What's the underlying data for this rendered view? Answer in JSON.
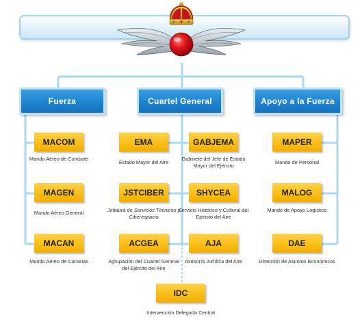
{
  "header_boxes": {
    "fuerza": "Fuerza",
    "cuartel_general": "Cuartel General",
    "apoyo": "Apoyo a la Fuerza"
  },
  "units": {
    "macom": {
      "code": "MACOM",
      "name": "Mando Aéreo de Combate"
    },
    "magen": {
      "code": "MAGEN",
      "name": "Mando Aéreo General"
    },
    "macan": {
      "code": "MACAN",
      "name": "Mando Aéreo de Canarias"
    },
    "ema": {
      "code": "EMA",
      "name": "Estado Mayor del Aire"
    },
    "jstciber": {
      "code": "JSTCIBER",
      "name": "Jefatura de Servicios Técnicos y Ciberespacio"
    },
    "acgea": {
      "code": "ACGEA",
      "name": "Agrupación del Cuartel General del Ejército del Aire"
    },
    "gabjema": {
      "code": "GABJEMA",
      "name": "Gabinete del Jefe de Estado Mayor del Ejército"
    },
    "shycea": {
      "code": "SHYCEA",
      "name": "Servicio Histórico y Cultural del Ejército del Aire"
    },
    "aja": {
      "code": "AJA",
      "name": "Asesoría Jurídica del Aire"
    },
    "maper": {
      "code": "MAPER",
      "name": "Mando de Personal"
    },
    "malog": {
      "code": "MALOG",
      "name": "Mando de Apoyo Logístico"
    },
    "dae": {
      "code": "DAE",
      "name": "Dirección de Asuntos Económicos"
    },
    "idc": {
      "code": "IDC",
      "name": "Intervención Delegada Central"
    }
  },
  "colors": {
    "header_blue": "#1f83d1",
    "unit_yellow": "#f9be18",
    "connector": "#a9d9ef",
    "emblem_red": "#d8121a"
  },
  "icons": [
    "air-force-emblem-icon"
  ]
}
